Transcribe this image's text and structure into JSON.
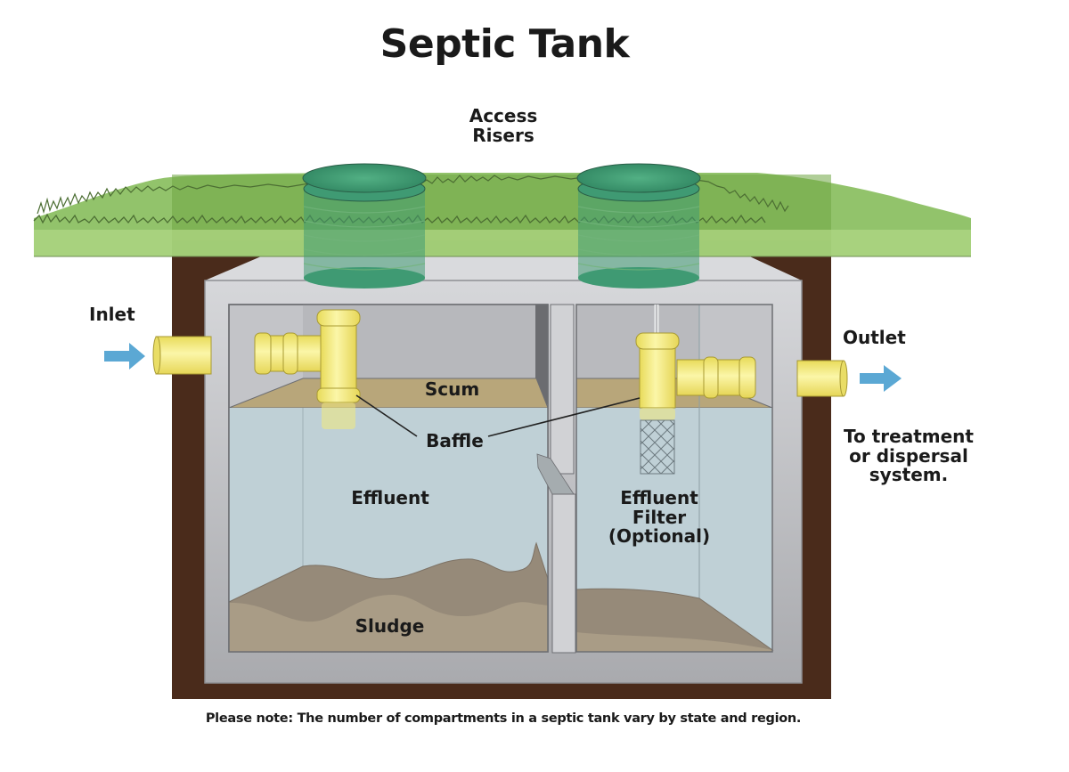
{
  "title": "Septic Tank",
  "labels": {
    "access_risers": "Access\nRisers",
    "inlet": "Inlet",
    "outlet": "Outlet",
    "destination": "To treatment\nor dispersal\nsystem.",
    "scum": "Scum",
    "baffle": "Baffle",
    "effluent": "Effluent",
    "effluent_filter": "Effluent\nFilter\n(Optional)",
    "sludge": "Sludge"
  },
  "note": "Please note: The number of compartments in a septic tank vary by state and region.",
  "components": {
    "compartments": 2,
    "access_risers": 2,
    "flow_arrows": [
      "inlet-arrow",
      "outlet-arrow"
    ],
    "icons": [
      "arrow-right-icon",
      "arrow-right-icon"
    ]
  },
  "colors": {
    "grass": "#8cc063",
    "grass_dark": "#6fa544",
    "soil": "#4a2b1b",
    "concrete": "#c9cacd",
    "riser": "#3f9a73",
    "pipe": "#f3ea7b",
    "scum": "#b8a67a",
    "effluent": "#bdcfd6",
    "sludge": "#a99c86",
    "sludge_dark": "#968a79",
    "arrow": "#5ba8d4"
  }
}
